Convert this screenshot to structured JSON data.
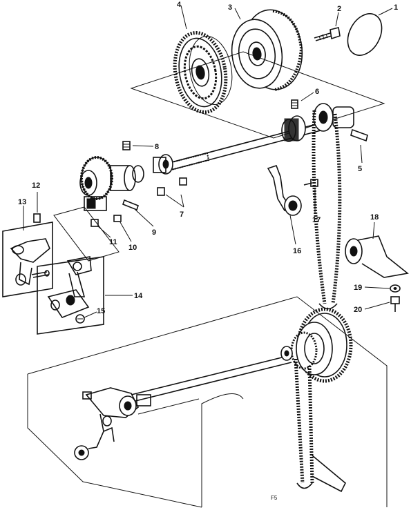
{
  "callouts": [
    {
      "id": "1",
      "label": "1"
    },
    {
      "id": "2",
      "label": "2"
    },
    {
      "id": "3",
      "label": "3"
    },
    {
      "id": "4",
      "label": "4"
    },
    {
      "id": "5",
      "label": "5"
    },
    {
      "id": "6",
      "label": "6"
    },
    {
      "id": "7",
      "label": "7"
    },
    {
      "id": "8",
      "label": "8"
    },
    {
      "id": "9",
      "label": "9"
    },
    {
      "id": "10",
      "label": "10"
    },
    {
      "id": "11",
      "label": "11"
    },
    {
      "id": "12",
      "label": "12"
    },
    {
      "id": "13",
      "label": "13"
    },
    {
      "id": "14",
      "label": "14"
    },
    {
      "id": "15",
      "label": "15"
    },
    {
      "id": "16",
      "label": "16"
    },
    {
      "id": "17",
      "label": "17"
    },
    {
      "id": "18",
      "label": "18"
    },
    {
      "id": "19",
      "label": "19"
    },
    {
      "id": "20",
      "label": "20"
    }
  ],
  "page_mark": "F5",
  "colors": {
    "ink": "#111111",
    "paper": "#ffffff"
  }
}
